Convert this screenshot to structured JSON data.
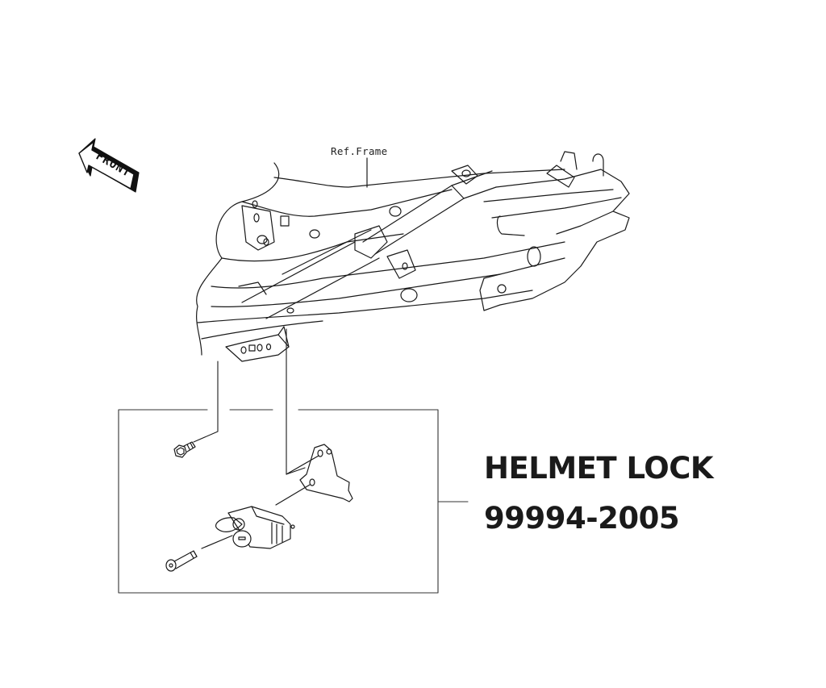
{
  "diagram": {
    "front_indicator": {
      "label": "FRONT",
      "icon": "front-arrow-icon"
    },
    "reference_label": "Ref.Frame",
    "parts": [
      {
        "name": "bolt",
        "icon": "flange-bolt-icon"
      },
      {
        "name": "bracket",
        "icon": "bracket-plate-icon"
      },
      {
        "name": "lock-body",
        "icon": "helmet-lock-icon"
      },
      {
        "name": "screw",
        "icon": "countersunk-screw-icon"
      }
    ],
    "callout": {
      "title": "HELMET LOCK",
      "part_number": "99994-2005"
    },
    "colors": {
      "line": "#1a1a1a",
      "box": "#333333",
      "background": "#ffffff"
    }
  }
}
